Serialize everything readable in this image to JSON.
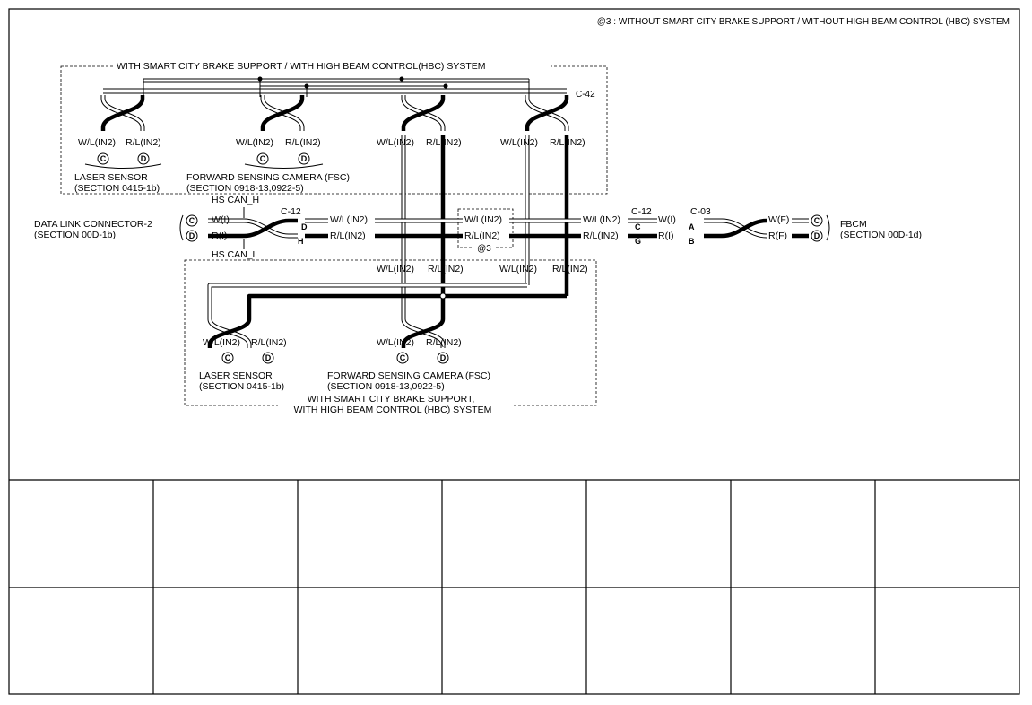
{
  "note_top": "@3 : WITHOUT SMART CITY BRAKE SUPPORT / WITHOUT HIGH BEAM CONTROL (HBC) SYSTEM",
  "box_top_title": "WITH SMART CITY BRAKE SUPPORT / WITH HIGH BEAM CONTROL(HBC) SYSTEM",
  "box_bottom_title_1": "WITH SMART CITY BRAKE SUPPORT,",
  "box_bottom_title_2": "WITH HIGH BEAM CONTROL (HBC) SYSTEM",
  "connectors": {
    "c42": "C-42",
    "c12": "C-12",
    "c03": "C-03",
    "at3": "@3"
  },
  "wires": {
    "wl_in2": "W/L(IN2)",
    "rl_in2": "R/L(IN2)",
    "w_i": "W(I)",
    "r_i": "R(I)",
    "w_f": "W(F)",
    "r_f": "R(F)"
  },
  "pins": {
    "c": "C",
    "d": "D",
    "g": "G",
    "h": "H",
    "a": "A",
    "b": "B"
  },
  "signals": {
    "can_h": "HS CAN_H",
    "can_l": "HS CAN_L"
  },
  "components": {
    "dlc_name": "DATA LINK CONNECTOR-2",
    "dlc_section": "(SECTION 00D-1b)",
    "fbcm_name": "FBCM",
    "fbcm_section": "(SECTION 00D-1d)",
    "laser_name": "LASER SENSOR",
    "laser_section": "(SECTION 0415-1b)",
    "fsc_name": "FORWARD SENSING CAMERA (FSC)",
    "fsc_section": "(SECTION 0918-13,0922-5)"
  },
  "grid": {
    "rows": 2,
    "columns": 7
  }
}
